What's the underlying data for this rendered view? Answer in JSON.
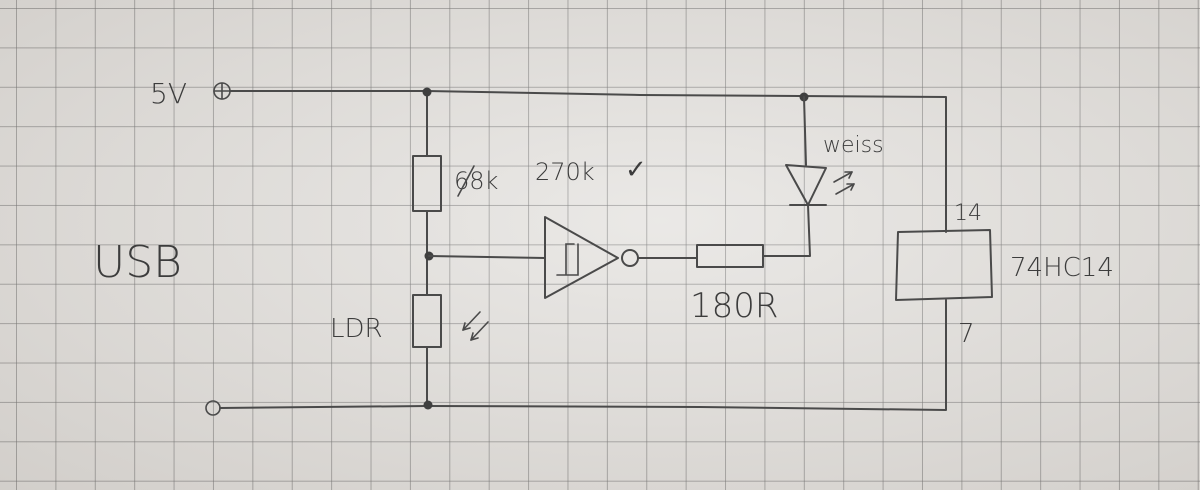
{
  "labels": {
    "supply": "5V",
    "usb": "USB",
    "r_fixed_old": "68k",
    "r_fixed_new": "270k",
    "check": "✓",
    "ldr": "LDR",
    "led_color": "weiss",
    "r_series": "180R",
    "ic_part": "74HC14",
    "pin_vcc": "14",
    "pin_gnd": "7"
  },
  "colors": {
    "paper": "#e6e4e1",
    "grid": "#6e6e6e",
    "pencil": "#4a4a4a"
  }
}
